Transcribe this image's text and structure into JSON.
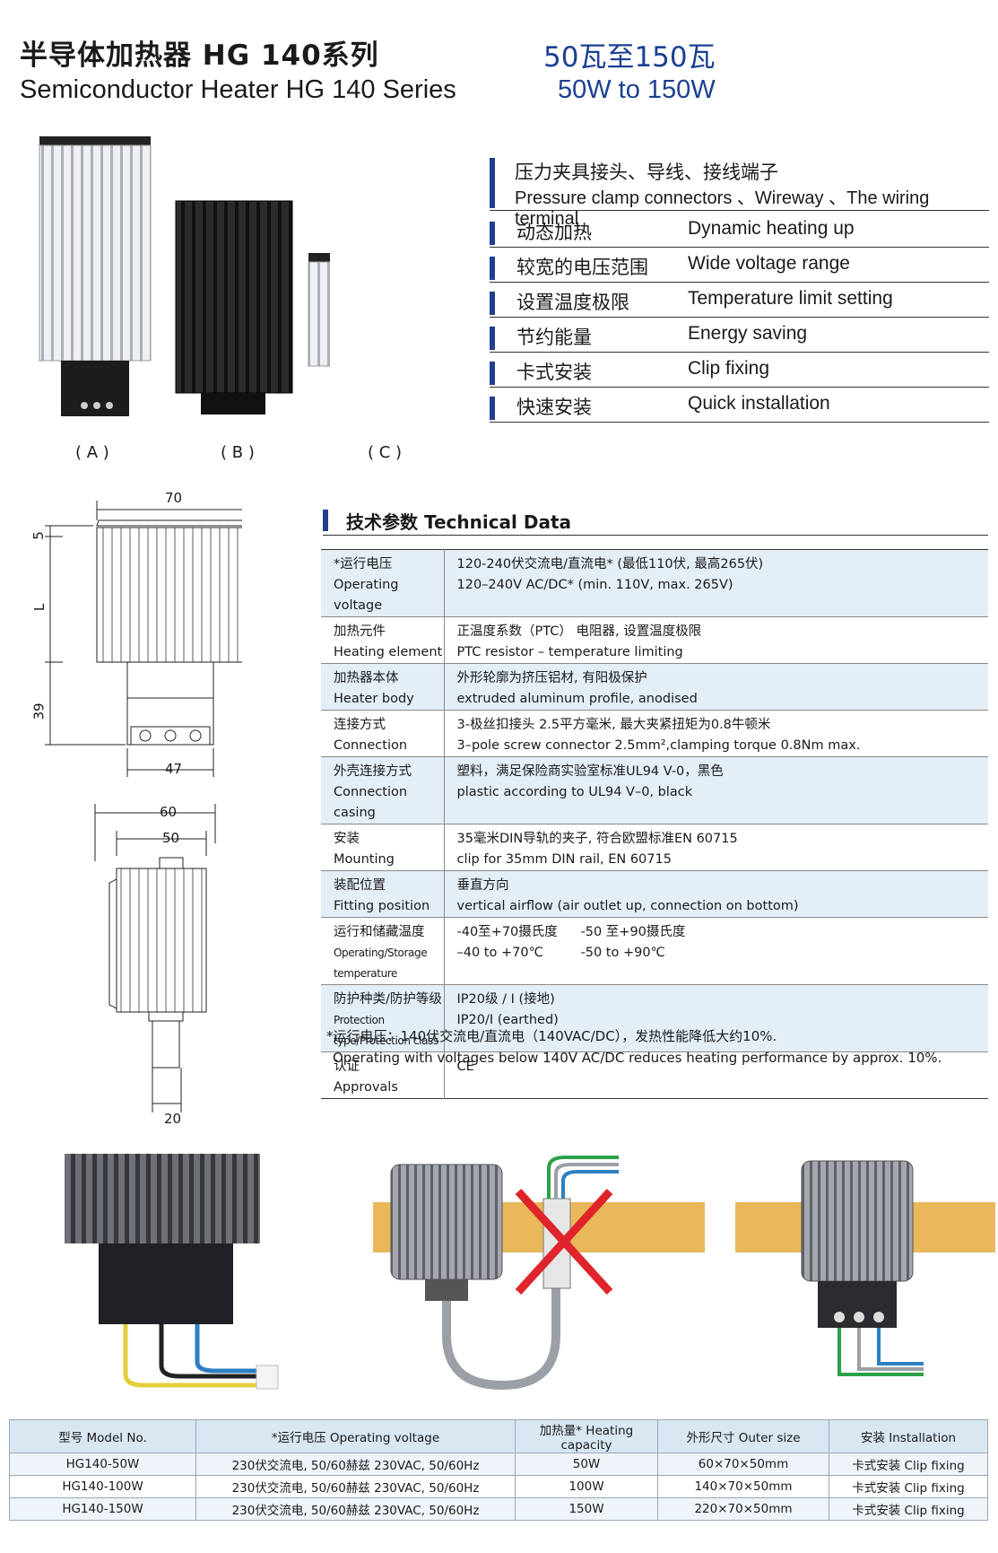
{
  "header": {
    "title_cn": "半导体加热器 HG 140系列",
    "title_en": "Semiconductor Heater HG 140 Series",
    "power_cn": "50瓦至150瓦",
    "power_en": "50W to 150W"
  },
  "products": [
    "( A )",
    "( B )",
    "( C )"
  ],
  "features": [
    {
      "cn": "压力夹具接头、导线、接线端子",
      "en": "Pressure clamp connectors 、Wireway 、The wiring terminal"
    },
    {
      "cn": "动态加热",
      "en": "Dynamic heating up"
    },
    {
      "cn": "较宽的电压范围",
      "en": "Wide voltage range"
    },
    {
      "cn": "设置温度极限",
      "en": "Temperature limit setting"
    },
    {
      "cn": "节约能量",
      "en": "Energy saving"
    },
    {
      "cn": "卡式安装",
      "en": "Clip fixing"
    },
    {
      "cn": "快速安装",
      "en": "Quick installation"
    }
  ],
  "dimensions": {
    "front": {
      "width": "70",
      "top": "5",
      "length": "L",
      "bottom": "39",
      "connector": "47"
    },
    "side": {
      "outer": "60",
      "inner": "50",
      "connector": "20"
    }
  },
  "tech_data": {
    "title": "技术参数  Technical Data",
    "rows": [
      {
        "k_cn": "*运行电压",
        "k_en": "Operating voltage",
        "v_cn": "120-240伏交流电/直流电* (最低110伏, 最高265伏)",
        "v_en": "120–240V AC/DC* (min. 110V, max. 265V)"
      },
      {
        "k_cn": "加热元件",
        "k_en": "Heating element",
        "v_cn": "正温度系数（PTC） 电阻器, 设置温度极限",
        "v_en": " PTC resistor – temperature limiting"
      },
      {
        "k_cn": "加热器本体",
        "k_en": "Heater body",
        "v_cn": "外形轮廓为挤压铝材, 有阳极保护",
        "v_en": "extruded aluminum profile, anodised"
      },
      {
        "k_cn": "连接方式",
        "k_en": "Connection",
        "v_cn": "3-极丝扣接头 2.5平方毫米, 最大夹紧扭矩为0.8牛顿米",
        "v_en": "3–pole screw connector 2.5mm²,clamping torque 0.8Nm max."
      },
      {
        "k_cn": "外壳连接方式",
        "k_en": "Connection casing",
        "v_cn": "塑料，满足保险商实验室标准UL94 V-0，黑色",
        "v_en": "plastic according to UL94 V–0, black"
      },
      {
        "k_cn": "安装",
        "k_en": "Mounting",
        "v_cn": "35毫米DIN导轨的夹子, 符合欧盟标准EN 60715",
        "v_en": "clip for 35mm DIN rail, EN 60715"
      },
      {
        "k_cn": "装配位置",
        "k_en": "Fitting position",
        "v_cn": "垂直方向",
        "v_en": "vertical airflow (air outlet up, connection on bottom)"
      },
      {
        "k_cn": "运行和储藏温度",
        "k_en": "Operating/Storage temperature",
        "v_a_cn": "-40至+70摄氏度",
        "v_a_en": "–40 to +70℃",
        "v_b_cn": "-50 至+90摄氏度",
        "v_b_en": "-50 to +90℃"
      },
      {
        "k_cn": "防护种类/防护等级",
        "k_en": "Protection type/Protection class",
        "v_cn": "IP20级 / I (接地)",
        "v_en": "IP20/I (earthed)"
      },
      {
        "k_cn": "认证",
        "k_en": "Approvals",
        "v_cn": "CE",
        "v_en": ""
      }
    ],
    "note_cn": "*运行电压：140伏交流电/直流电（140VAC/DC），发热性能降低大约10%.",
    "note_en": "Operating with voltages below 140V AC/DC reduces heating performance by approx. 10%."
  },
  "model_table": {
    "headers": [
      "型号 Model No.",
      "*运行电压 Operating voltage",
      "加热量* Heating capacity",
      "外形尺寸 Outer size",
      "安装 Installation"
    ],
    "rows": [
      [
        "HG140-50W",
        "230伏交流电, 50/60赫兹  230VAC, 50/60Hz",
        "50W",
        "60×70×50mm",
        "卡式安装 Clip fixing"
      ],
      [
        "HG140-100W",
        "230伏交流电, 50/60赫兹  230VAC, 50/60Hz",
        "100W",
        "140×70×50mm",
        "卡式安装 Clip fixing"
      ],
      [
        "HG140-150W",
        "230伏交流电, 50/60赫兹  230VAC, 50/60Hz",
        "150W",
        "220×70×50mm",
        "卡式安装 Clip fixing"
      ]
    ]
  },
  "colors": {
    "accent": "#1f3f8f",
    "shade": "#e3eef7",
    "rail": "#e8b85a",
    "cross": "#e0242b"
  }
}
